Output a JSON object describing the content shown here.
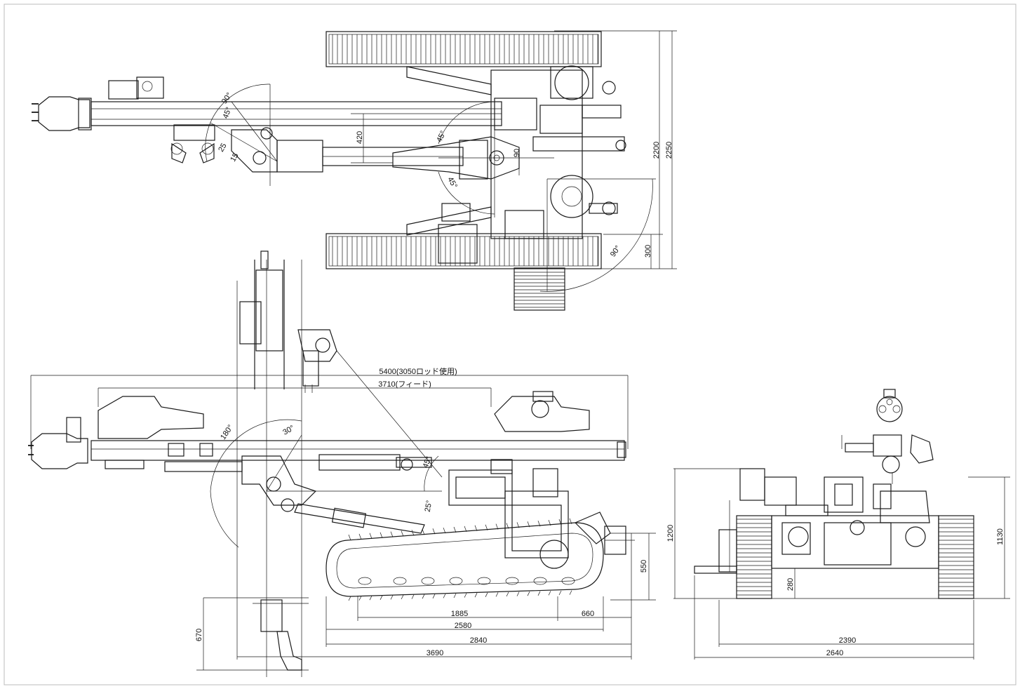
{
  "top_view": {
    "dims": {
      "w2200": "2200",
      "w2250": "2250",
      "d300": "300",
      "d420": "420"
    },
    "angles": {
      "a90_left": "90°",
      "a45_left": "45°",
      "a25": "25",
      "a15": "15",
      "a45_mid_upper": "45°",
      "a45_mid_lower": "45°",
      "a90_mid": "90",
      "a90_right": "90°"
    }
  },
  "side_view": {
    "dims": {
      "overall_5400": "5400(3050ロッド使用)",
      "feed_3710": "3710(フィード)",
      "d1885": "1885",
      "d660": "660",
      "d2580": "2580",
      "d2840": "2840",
      "d3690": "3690",
      "d670": "670",
      "d550": "550"
    },
    "angles": {
      "a180": "180°",
      "a30": "30°",
      "a45": "45°",
      "a25": "25°"
    }
  },
  "front_view": {
    "dims": {
      "d1200": "1200",
      "d1130": "1130",
      "d280": "280",
      "d2390": "2390",
      "d2640": "2640"
    }
  }
}
